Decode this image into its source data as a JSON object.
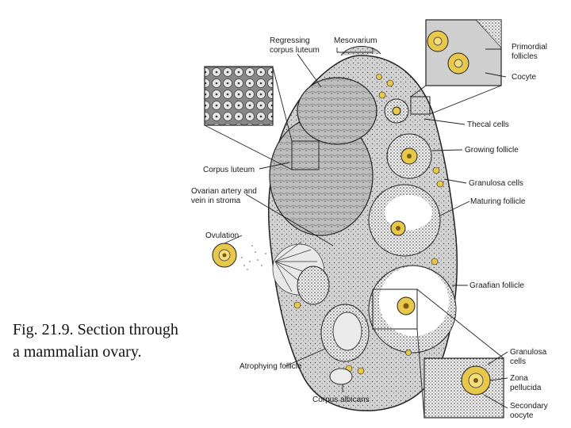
{
  "caption": {
    "line1": "Fig. 21.9. Section through",
    "line2": "a mammalian ovary."
  },
  "labels": {
    "regressing_corpus_luteum_1": "Regressing",
    "regressing_corpus_luteum_2": "corpus luteum",
    "mesovarium": "Mesovarium",
    "primordial_follicles_1": "Primordial",
    "primordial_follicles_2": "follicles",
    "cocyte": "Cocyte",
    "thecal_cells": "Thecal cells",
    "growing_follicle": "Growing follicle",
    "corpus_luteum": "Corpus luteum",
    "granulosa_cells": "Granulosa cells",
    "ovarian_artery_1": "Ovarian artery and",
    "ovarian_artery_2": "vein in stroma",
    "maturing_follicle": "Maturing follicle",
    "ovulation": "Ovulation",
    "graafian_follicle": "Graafian follicle",
    "granulosa_cells_b_1": "Granulosa",
    "granulosa_cells_b_2": "cells",
    "zona_pellucida_1": "Zona",
    "zona_pellucida_2": "pellucida",
    "atrophying_follicle": "Atrophying follicle",
    "corpus_albicans": "Corpus albicans",
    "secondary_oocyte_1": "Secondary",
    "secondary_oocyte_2": "oocyte"
  },
  "colors": {
    "oocyte": "#e8c84a",
    "stroma": "#cfcfcf",
    "line": "#222222"
  }
}
